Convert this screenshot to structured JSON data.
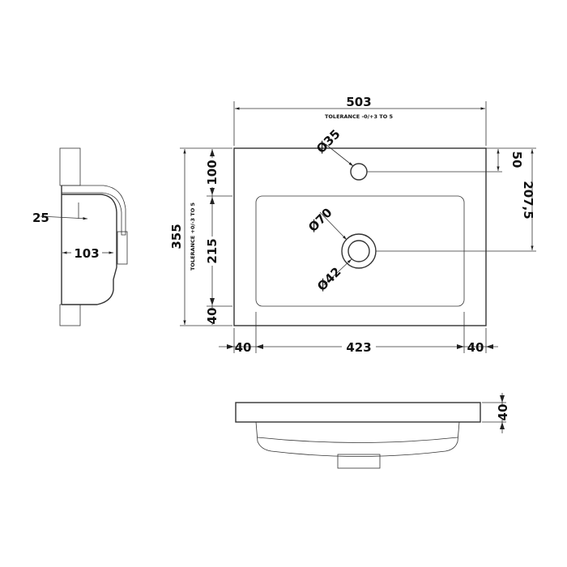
{
  "dimensions": {
    "width": "503",
    "width_tolerance": "TOLERANCE -0/+3 TO 5",
    "depth": "355",
    "depth_tolerance": "TOLERANCE +0/-3 TO 5",
    "tap_hole_dia": "Ø35",
    "waste_outer_dia": "Ø70",
    "waste_inner_dia": "Ø42",
    "tap_offset": "50",
    "waste_offset": "207,5",
    "back_margin": "100",
    "bowl_depth": "215",
    "front_margin": "40",
    "left_margin": "40",
    "bowl_width": "423",
    "right_margin": "40",
    "section_wall": "25",
    "section_depth": "103",
    "rim_height": "40"
  },
  "colors": {
    "line": "#333333",
    "text": "#111111",
    "background": "#ffffff"
  }
}
